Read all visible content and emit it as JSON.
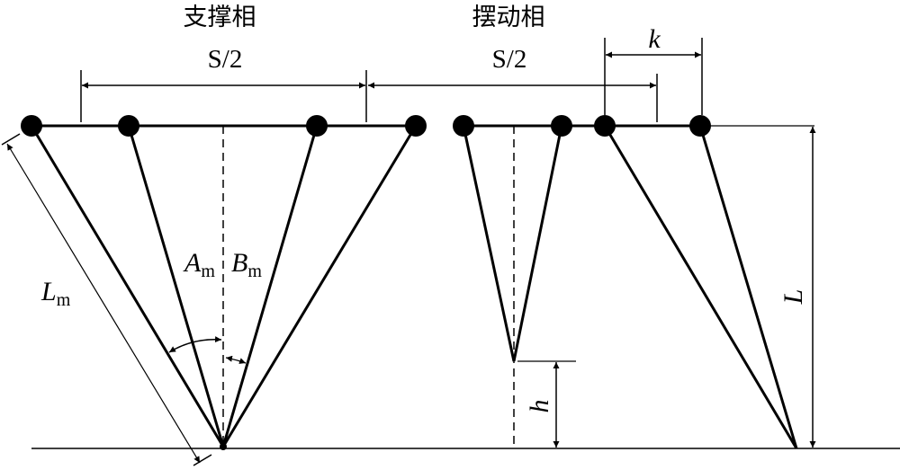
{
  "labels": {
    "support_phase": "支撑相",
    "swing_phase": "摆动相",
    "half_stride_support": "S/2",
    "half_stride_swing": "S/2",
    "k": "k",
    "L": "L",
    "h": "h",
    "Lm_main": "L",
    "Lm_sub": "m",
    "Am_main": "A",
    "Am_sub": "m",
    "Bm_main": "B",
    "Bm_sub": "m"
  }
}
